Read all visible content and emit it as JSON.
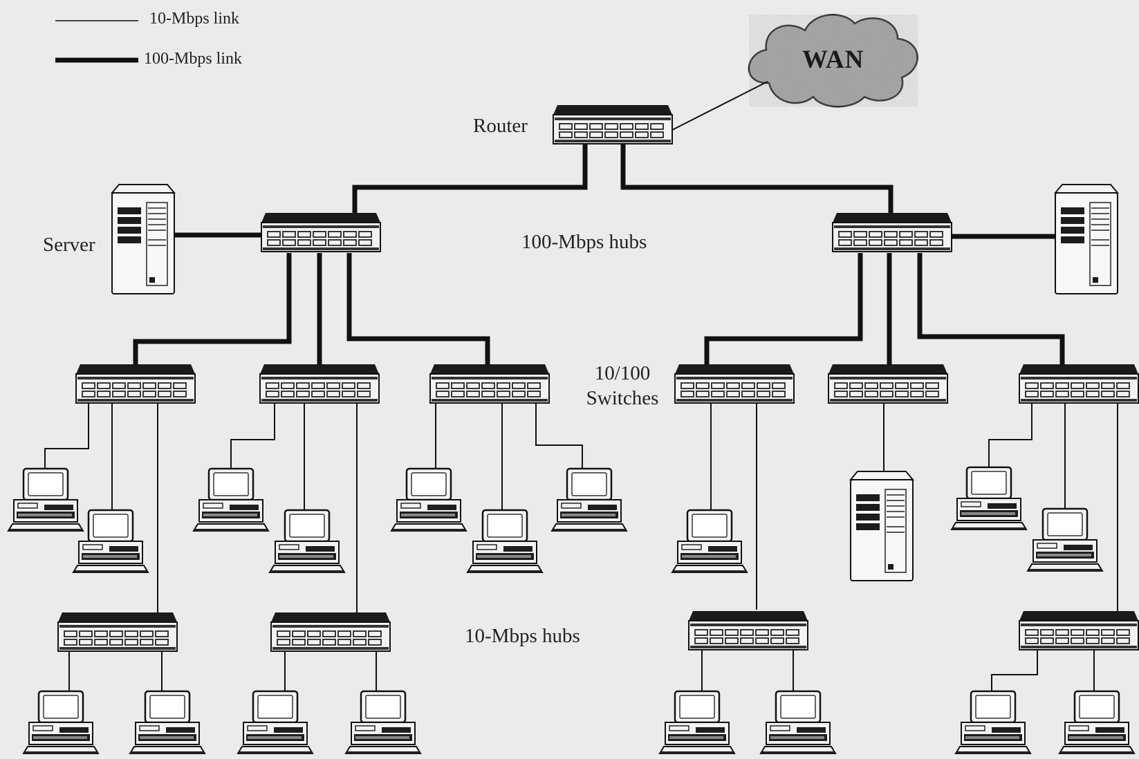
{
  "legend": {
    "thin_label": "10-Mbps link",
    "thick_label": "100-Mbps link"
  },
  "labels": {
    "wan": "WAN",
    "router": "Router",
    "server": "Server",
    "hubs_100": "100-Mbps hubs",
    "switches_line1": "10/100",
    "switches_line2": "Switches",
    "hubs_10": "10-Mbps hubs"
  },
  "colors": {
    "background": "#ebebeb",
    "device_dark": "#1b1b1b",
    "line": "#111111"
  }
}
